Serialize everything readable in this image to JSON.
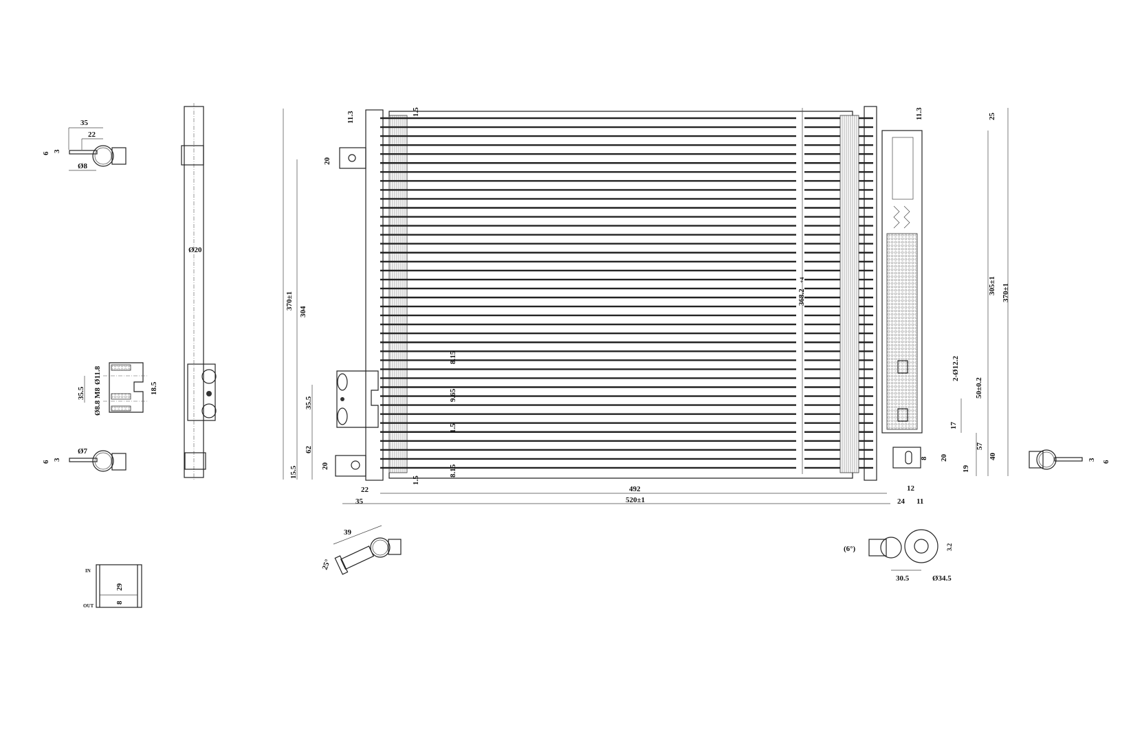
{
  "drawing": {
    "top_bracket_view": {
      "d35": "35",
      "d22": "22",
      "d6": "6",
      "d3": "3",
      "dia8": "Ø8"
    },
    "bottom_bracket_view": {
      "dia7": "Ø7",
      "d6": "6",
      "d3": "3"
    },
    "side_tube": {
      "dia20": "Ø20"
    },
    "port_block": {
      "d35_5": "35.5",
      "dia11_8": "Ø11.8",
      "m8": "M8",
      "dia8_8": "Ø8.8",
      "d18_5": "18.5"
    },
    "port_label": {
      "in": "IN",
      "out": "OUT",
      "d29": "29",
      "d8": "8"
    },
    "angled_fitting": {
      "d39": "39",
      "angle": "25°"
    },
    "left_dims": {
      "overall_height": "370±1",
      "d304": "304",
      "d20_top": "20",
      "d11_3": "11.3",
      "d35_5": "35.5",
      "d62": "62",
      "d15_5": "15.5",
      "d20_bottom": "20",
      "d22": "22",
      "d35": "35"
    },
    "core_dims": {
      "d1_5_top": "1.5",
      "d1_5_bottom": "1.5",
      "d8_15_a": "8.15",
      "d9_65": "9.65",
      "d1_5_mid": "1.5",
      "d8_15_b": "8.15",
      "core_height": "368.2",
      "core_tol": "+4",
      "d492": "492",
      "overall_width": "520±1"
    },
    "right_dims": {
      "d11_3": "11.3",
      "d25": "25",
      "d305": "305±1",
      "d370": "370±1",
      "d2_dia12_2": "2-Ø12.2",
      "d50": "50±0.2",
      "d17": "17",
      "d57": "57",
      "d40": "40",
      "d8": "8",
      "d20": "20",
      "d19": "19",
      "d12": "12",
      "d24": "24",
      "d11": "11"
    },
    "right_fitting": {
      "d3": "3",
      "d6": "6"
    },
    "drier_fitting": {
      "angle": "(6°)",
      "d3_2": "3.2",
      "d30_5": "30.5",
      "dia34_5": "Ø34.5"
    }
  }
}
